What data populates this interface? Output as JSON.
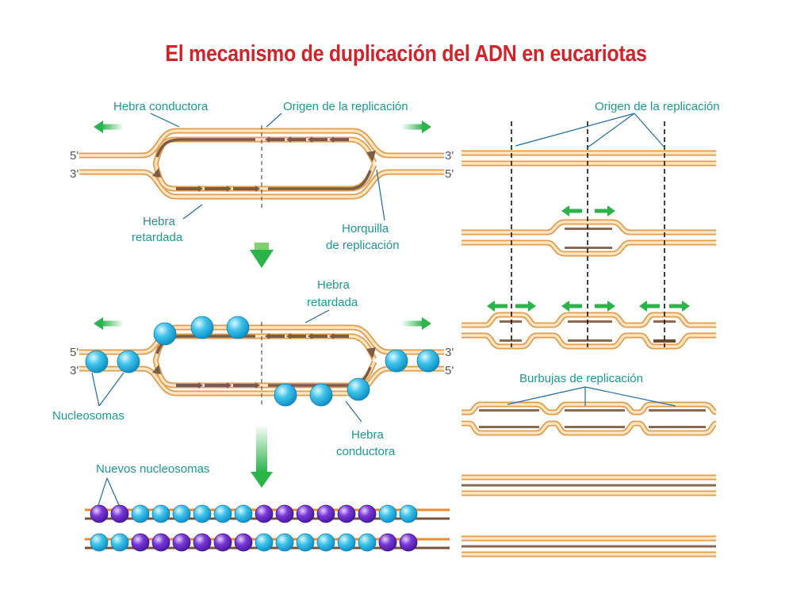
{
  "title": "El mecanismo de duplicación del ADN en eucariotas",
  "labels": {
    "hebra_conductora_top": "Hebra conductora",
    "origen_left": "Origen de la replicación",
    "origen_right": "Origen de la replicación",
    "hebra_retardada_top_l1": "Hebra",
    "hebra_retardada_top_l2": "retardada",
    "horquilla_l1": "Horquilla",
    "horquilla_l2": "de replicación",
    "hebra_retardada_mid_l1": "Hebra",
    "hebra_retardada_mid_l2": "retardada",
    "nucleosomas": "Nucleosomas",
    "hebra_conductora_mid_l1": "Hebra",
    "hebra_conductora_mid_l2": "conductora",
    "nuevos_nucleosomas": "Nuevos nucleosomas",
    "burbujas": "Burbujas de replicación",
    "end_5_top": "5'",
    "end_3_top": "3'",
    "end_3_top_r": "3'",
    "end_5_top_r": "5'",
    "end_5_mid": "5'",
    "end_3_mid": "3'",
    "end_3_mid_r": "3'",
    "end_5_mid_r": "5'"
  },
  "colors": {
    "title": "#d2232a",
    "label": "#1a9a8c",
    "strand": "#f2b36a",
    "new_strand": "#8a6a52",
    "arrow": "#2bb44a",
    "nucleosome_blue": "#3fc3ea",
    "nucleosome_purple": "#7a38d8"
  },
  "nucleosome_rows": {
    "top": [
      "purple",
      "purple",
      "blue",
      "blue",
      "blue",
      "blue",
      "blue",
      "blue",
      "purple",
      "purple",
      "purple",
      "purple",
      "purple",
      "purple",
      "blue",
      "blue"
    ],
    "bottom": [
      "blue",
      "blue",
      "purple",
      "purple",
      "purple",
      "purple",
      "purple",
      "purple",
      "blue",
      "blue",
      "blue",
      "blue",
      "blue",
      "blue",
      "purple",
      "purple"
    ]
  }
}
